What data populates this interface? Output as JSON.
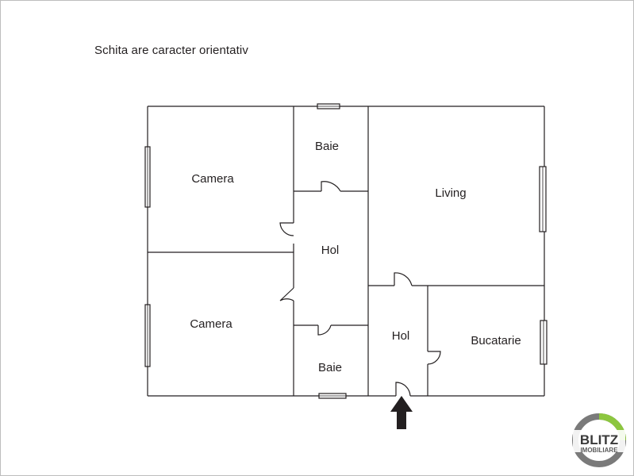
{
  "note": "Schita are caracter orientativ",
  "rooms": {
    "camera_top": "Camera",
    "camera_bottom": "Camera",
    "baie_top": "Baie",
    "baie_bottom": "Baie",
    "hol_center": "Hol",
    "hol_entry": "Hol",
    "living": "Living",
    "bucatarie": "Bucatarie"
  },
  "logo": {
    "line1": "BLITZ",
    "line2": "IMOBILIARE",
    "ring_color": "#7a7a7a",
    "accent_color": "#8cc63f"
  },
  "icons": {
    "entrance": "entrance-arrow-icon"
  },
  "colors": {
    "wall": "#231f20",
    "window": "#231f20"
  }
}
